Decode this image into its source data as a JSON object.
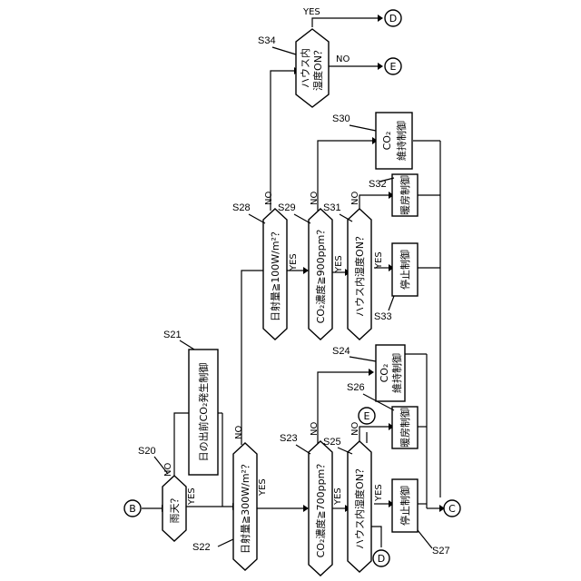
{
  "connectors": {
    "B": "B",
    "C": "C",
    "D": "D",
    "E": "E"
  },
  "steps": {
    "S20": {
      "id": "S20",
      "text": "雨天？"
    },
    "S21": {
      "id": "S21",
      "text": "日の出前CO₂発生制御"
    },
    "S22": {
      "id": "S22",
      "text": "日射量≧300W/m²？"
    },
    "S23": {
      "id": "S23",
      "text": "CO₂濃度≧700ppm？"
    },
    "S24": {
      "id": "S24",
      "line1": "CO₂",
      "line2": "維持制御"
    },
    "S25": {
      "id": "S25",
      "text": "ハウス内湿度ON？"
    },
    "S26": {
      "id": "S26",
      "text": "暖房制御"
    },
    "S27": {
      "id": "S27",
      "text": "停止制御"
    },
    "S28": {
      "id": "S28",
      "text": "日射量≧100W/m²？"
    },
    "S29": {
      "id": "S29",
      "text": "CO₂濃度≧900ppm？"
    },
    "S30": {
      "id": "S30",
      "line1": "CO₂",
      "line2": "維持制御"
    },
    "S31": {
      "id": "S31",
      "text": "ハウス内湿度ON？"
    },
    "S32": {
      "id": "S32",
      "text": "暖房制御"
    },
    "S33": {
      "id": "S33",
      "text": "停止制御"
    },
    "S34": {
      "id": "S34",
      "line1": "ハウス内",
      "line2": "湿度ON？"
    }
  },
  "branch_labels": {
    "yes": "YES",
    "no": "NO"
  }
}
